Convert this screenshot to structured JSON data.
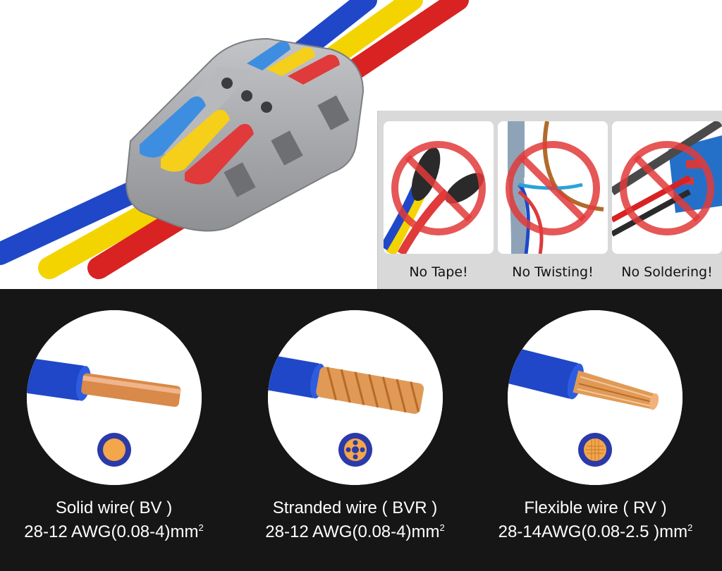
{
  "warning_panel": {
    "items": [
      {
        "label": "No Tape!"
      },
      {
        "label": "No Twisting!"
      },
      {
        "label": "No Soldering!"
      }
    ]
  },
  "wire_types": [
    {
      "name": "Solid wire( BV )",
      "spec": "28-12 AWG(0.08-4)mm",
      "unit_sup": "2"
    },
    {
      "name": "Stranded wire ( BVR )",
      "spec": "28-12 AWG(0.08-4)mm",
      "unit_sup": "2"
    },
    {
      "name": "Flexible wire ( RV )",
      "spec": "28-14AWG(0.08-2.5 )mm",
      "unit_sup": "2"
    }
  ],
  "colors": {
    "wire_blue": "#1f47c8",
    "wire_yellow": "#f3d400",
    "wire_red": "#d92222",
    "connector_grey": "#a9aaad",
    "copper": "#d9894a",
    "prohibit_red": "#e23a3a",
    "dark_background": "#161616"
  }
}
